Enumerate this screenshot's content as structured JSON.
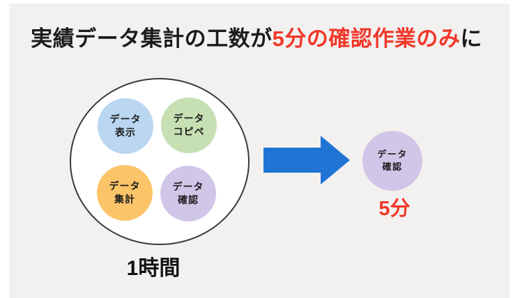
{
  "title": {
    "part1": "実績データ集計の工数が",
    "highlight": "5分の確認作業のみ",
    "part2": "に"
  },
  "before": {
    "time_label": "1時間",
    "tasks": [
      {
        "line1": "データ",
        "line2": "表示",
        "color": "#BAD6F0"
      },
      {
        "line1": "データ",
        "line2": "コピペ",
        "color": "#C6E0B4"
      },
      {
        "line1": "データ",
        "line2": "集計",
        "color": "#FCC469"
      },
      {
        "line1": "データ",
        "line2": "確認",
        "color": "#D0C6E8"
      }
    ]
  },
  "after": {
    "task": {
      "line1": "データ",
      "line2": "確認",
      "color": "#D0C6E8"
    },
    "time_label": "5分"
  },
  "colors": {
    "page_background": "#FFFFFF",
    "panel_background": "#F2F1EF",
    "accent_red": "#F1382B",
    "arrow_blue": "#2074D4",
    "big_circle_outline": "#3A3A3A"
  }
}
